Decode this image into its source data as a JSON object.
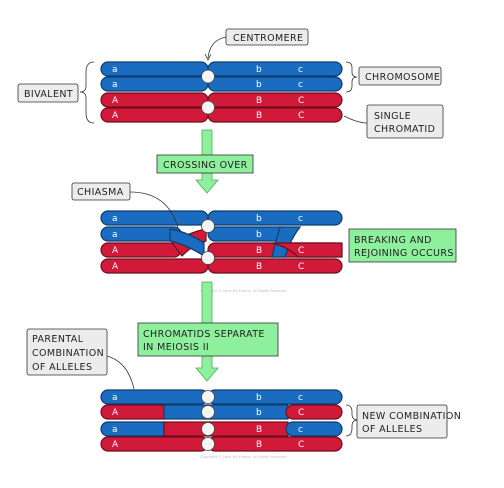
{
  "labels": {
    "centromere": "CENTROMERE",
    "bivalent": "BIVALENT",
    "chromosome": "CHROMOSOME",
    "single_chromatid_1": "SINGLE",
    "single_chromatid_2": "CHROMATID",
    "crossing_over": "CROSSING OVER",
    "chiasma": "CHIASMA",
    "breaking_1": "BREAKING AND",
    "breaking_2": "REJOINING OCCURS",
    "separate_1": "CHROMATIDS SEPARATE",
    "separate_2": "IN MEIOSIS II",
    "parental_1": "PARENTAL",
    "parental_2": "COMBINATION",
    "parental_3": "OF ALLELES",
    "new_1": "NEW COMBINATION",
    "new_2": "OF ALLELES"
  },
  "alleles": {
    "a": "a",
    "b": "b",
    "c": "c",
    "A": "A",
    "B": "B",
    "C": "C"
  },
  "copyright": "Copyright © Save My Exams. All Rights Reserved",
  "colors": {
    "blue": "#1a6cc0",
    "red": "#d11a3a",
    "box": "#ececec",
    "green_box": "#8ef09c"
  }
}
